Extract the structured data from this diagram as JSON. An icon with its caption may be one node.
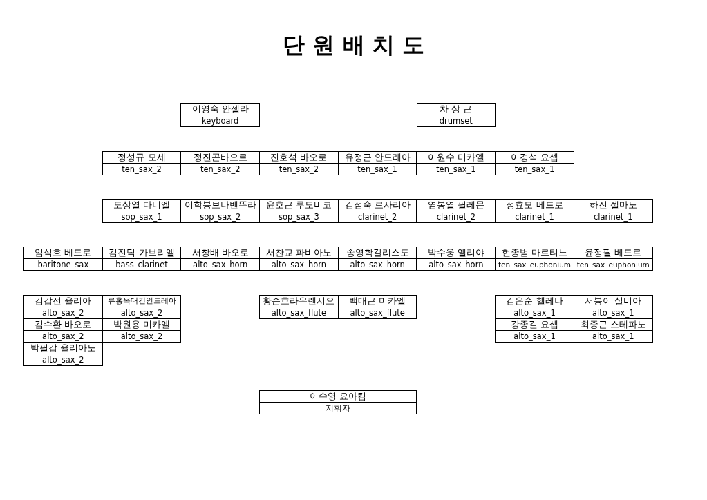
{
  "diagram": {
    "title": "단 원 배 치 도",
    "nodes": [
      {
        "text": [
          "이영숙 안젤라",
          "keyboard"
        ]
      },
      {
        "text": [
          "차 상 근",
          "drumset"
        ]
      },
      {
        "text": [
          "정성규 모세",
          "ten_sax_2"
        ]
      },
      {
        "text": [
          "정진곤바오로",
          "ten_sax_2"
        ]
      },
      {
        "text": [
          "진호석 바오로",
          "ten_sax_2"
        ]
      },
      {
        "text": [
          "유정근 안드레아",
          "ten_sax_1"
        ]
      },
      {
        "text": [
          "이원수 미카엘",
          "ten_sax_1"
        ]
      },
      {
        "text": [
          "이경석 요셉",
          "ten_sax_1"
        ]
      },
      {
        "text": [
          "도상열 다니엘",
          "sop_sax_1"
        ]
      },
      {
        "text": [
          "이학봉보나벤뚜라",
          "sop_sax_2"
        ]
      },
      {
        "text": [
          "윤호근 루도비코",
          "sop_sax_3"
        ]
      },
      {
        "text": [
          "김점숙 로사리아",
          "clarinet_2"
        ]
      },
      {
        "text": [
          "염봉열 필레몬",
          "clarinet_2"
        ]
      },
      {
        "text": [
          "정효모 베드로",
          "clarinet_1"
        ]
      },
      {
        "text": [
          "하진 젤마노",
          "clarinet_1"
        ]
      },
      {
        "text": [
          "임석호 베드로",
          "baritone_sax"
        ]
      },
      {
        "text": [
          "김진덕 가브리엘",
          "bass_clarinet"
        ]
      },
      {
        "text": [
          "서창배 바오로",
          "alto_sax_horn"
        ]
      },
      {
        "text": [
          "서찬교 파비아노",
          "alto_sax_horn"
        ]
      },
      {
        "text": [
          "송영학갈리스도",
          "alto_sax_horn"
        ]
      },
      {
        "text": [
          "박수웅 엘리야",
          "alto_sax_horn"
        ]
      },
      {
        "text": [
          "현종범 마르티노",
          "ten_sax_euphonium"
        ]
      },
      {
        "text": [
          "윤정필 베드로",
          "ten_sax_euphonium"
        ]
      },
      {
        "text": [
          "김갑선 율리아",
          "alto_sax_2"
        ]
      },
      {
        "text": [
          "류홍옥대건안드레아",
          "alto_sax_2"
        ]
      },
      {
        "text": [
          "황순호라우렌시오",
          "alto_sax_flute"
        ]
      },
      {
        "text": [
          "백대근 미카엘",
          "alto_sax_flute"
        ]
      },
      {
        "text": [
          "김은순 헬레나",
          "alto_sax_1"
        ]
      },
      {
        "text": [
          "서봉이 실비아",
          "alto_sax_1"
        ]
      },
      {
        "text": [
          "김수환 바오로",
          "alto_sax_2"
        ]
      },
      {
        "text": [
          "박원용 미카엘",
          "alto_sax_2"
        ]
      },
      {
        "text": [
          "강종길 요셉",
          "alto_sax_1"
        ]
      },
      {
        "text": [
          "최종근 스테파노",
          "alto_sax_1"
        ]
      },
      {
        "text": [
          "박필갑 율리아노",
          "alto_sax_2"
        ]
      },
      {
        "text": [
          "이수영 요아킴",
          "지휘자"
        ]
      }
    ]
  }
}
